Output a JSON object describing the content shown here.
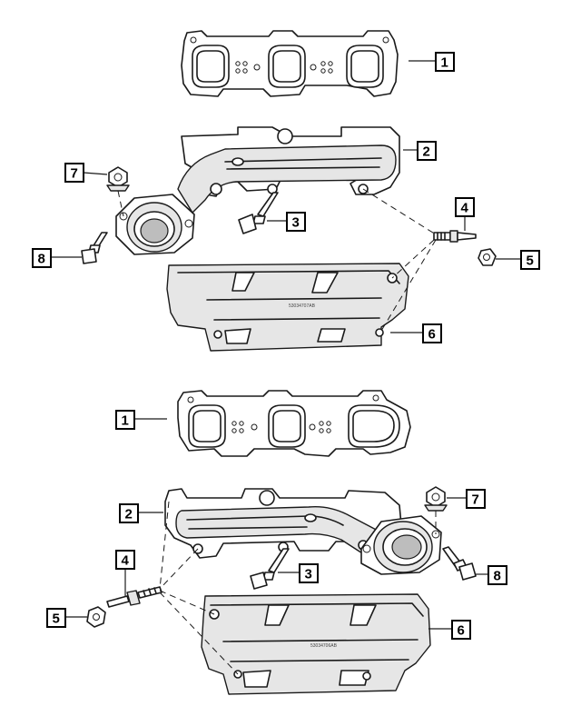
{
  "callouts": {
    "c1_top": "1",
    "c2_top": "2",
    "c3_top": "3",
    "c4_top": "4",
    "c5_top": "5",
    "c6_top": "6",
    "c7_top": "7",
    "c8_top": "8",
    "c1_bot": "1",
    "c2_bot": "2",
    "c3_bot": "3",
    "c4_bot": "4",
    "c5_bot": "5",
    "c6_bot": "6",
    "c7_bot": "7",
    "c8_bot": "8"
  },
  "stamps": {
    "shield_top": "53034707AB",
    "shield_bot": "53034706AB"
  }
}
